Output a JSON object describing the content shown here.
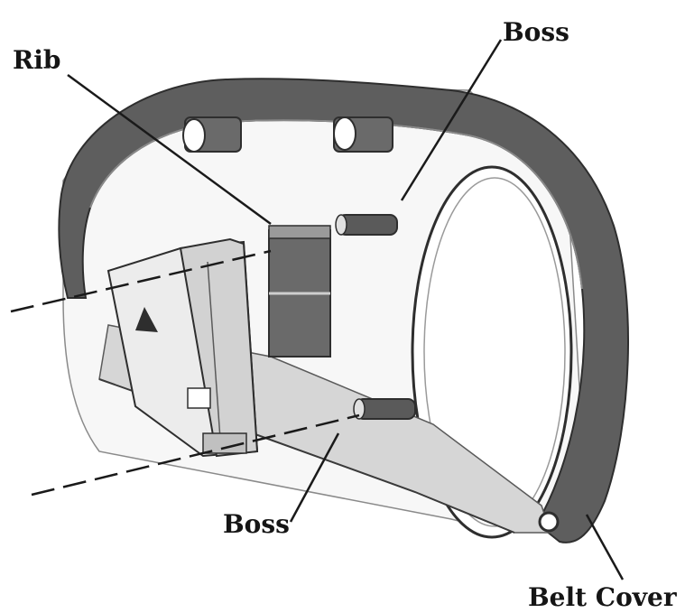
{
  "diagram": {
    "callouts": {
      "rib": "Rib",
      "boss_top": "Boss",
      "boss_bottom": "Boss",
      "belt_cover": "Belt Cover"
    },
    "colors": {
      "background": "#ffffff",
      "belt_surface": "#5e5e5e",
      "belt_edge": "#2e2e2e",
      "part_light": "#e4e4e4",
      "leader_line": "#1a1a1a"
    }
  }
}
